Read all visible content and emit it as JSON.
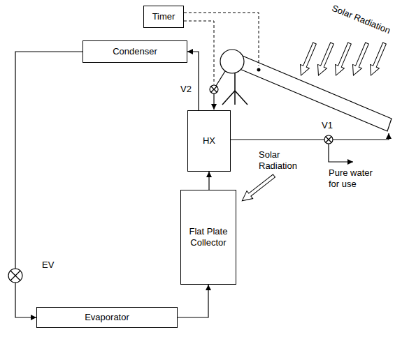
{
  "diagram": {
    "nodes": [
      {
        "text": [
          "Timer"
        ]
      },
      {
        "text": [
          "Condenser"
        ]
      },
      {
        "text": [
          "HX"
        ]
      },
      {
        "text": [
          "Flat Plate Collector"
        ]
      },
      {
        "text": [
          "Evaporator"
        ]
      }
    ],
    "edges": [
      {
        "from": 1,
        "to": 4,
        "arrow": "to"
      },
      {
        "from": 4,
        "to": 3,
        "arrow": "to"
      },
      {
        "from": 3,
        "to": 2,
        "arrow": "to"
      },
      {
        "from": 2,
        "to": 1,
        "arrow": "to"
      }
    ],
    "labels": [
      "Solar Radiation",
      "V2",
      "V1",
      "Solar Radiation",
      "Pure water for use",
      "EV"
    ]
  }
}
